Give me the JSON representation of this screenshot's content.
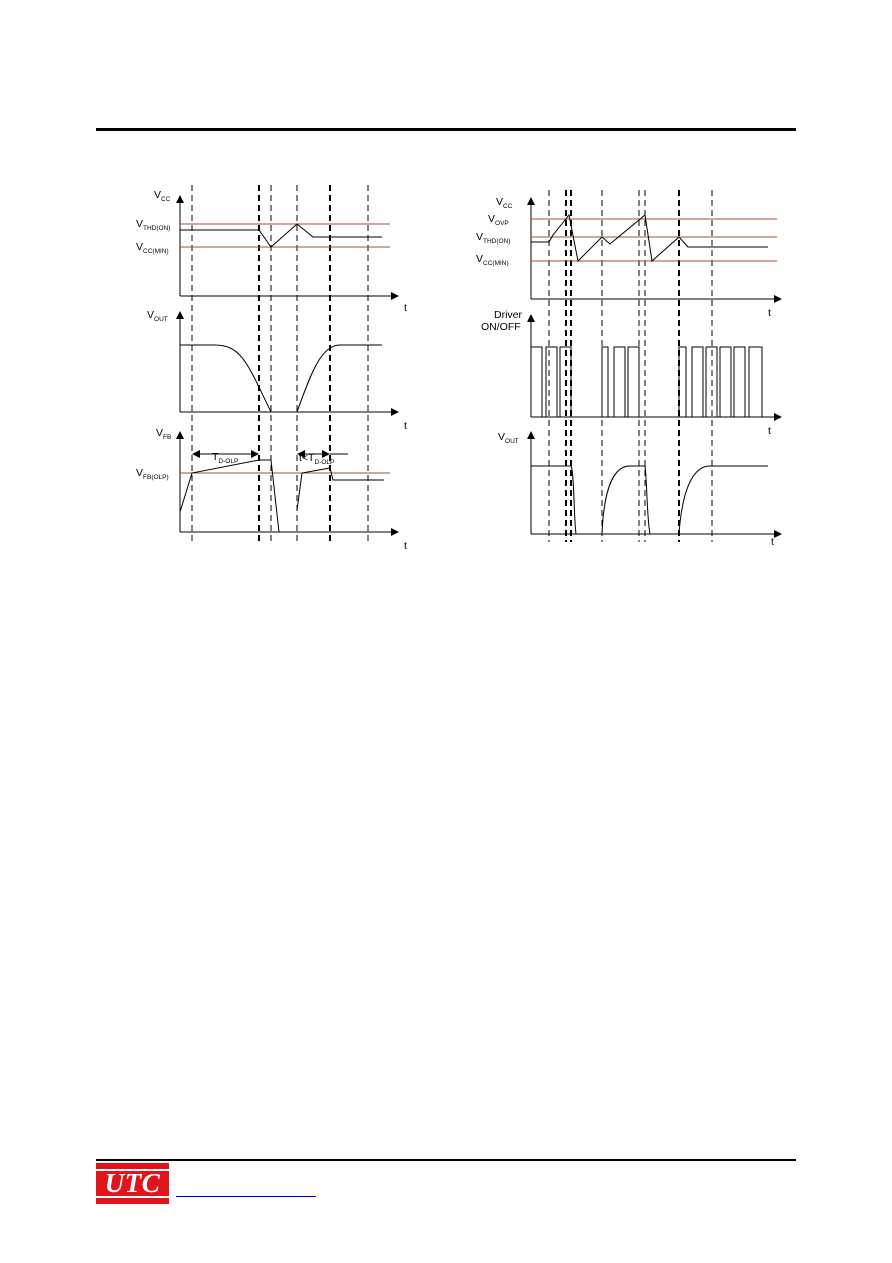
{
  "left_diagram": {
    "vcc_label": {
      "main": "V",
      "sub": "CC"
    },
    "vthd_on_label": {
      "main": "V",
      "sub": "THD(ON)"
    },
    "vcc_min_label": {
      "main": "V",
      "sub": "CC(MIN)"
    },
    "vout_label": {
      "main": "V",
      "sub": "OUT"
    },
    "vfb_label": {
      "main": "V",
      "sub": "FB"
    },
    "vfb_olp_label": {
      "main": "V",
      "sub": "FB(OLP)"
    },
    "t_delay_label": {
      "main": "T",
      "sub": "D-OLP"
    },
    "t_short_label": {
      "main": "t<T",
      "sub": "D-OLP"
    },
    "t_axis": "t"
  },
  "right_diagram": {
    "vcc_label": {
      "main": "V",
      "sub": "CC"
    },
    "vovp_label": {
      "main": "V",
      "sub": "OVP"
    },
    "vthd_on_label": {
      "main": "V",
      "sub": "THD(ON)"
    },
    "vcc_min_label": {
      "main": "V",
      "sub": "CC(MIN)"
    },
    "driver_label_1": "Driver",
    "driver_label_2": "ON/OFF",
    "vout_label": {
      "main": "V",
      "sub": "OUT"
    },
    "t_axis": "t"
  },
  "colors": {
    "threshold_line": "#a0522d",
    "logo_red": "#e0141b",
    "link_blue": "#0000cc"
  },
  "logo_text": "UTC"
}
